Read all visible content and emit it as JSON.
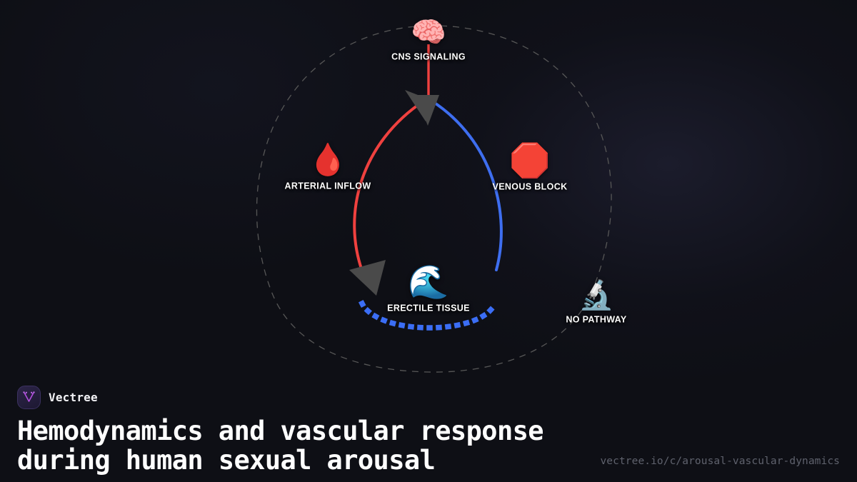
{
  "colors": {
    "background": "#0e0f15",
    "arterial_red": "#f0413f",
    "venous_blue": "#3e6ef0",
    "dotted_blue": "#3b6ef5",
    "boundary_gray": "#575757",
    "arrowhead_gray": "#4a4a4a",
    "label_white": "#ffffff",
    "url_gray": "#5f626d",
    "brand_purple": "#b34fe0"
  },
  "diagram": {
    "boundary": {
      "style": "dashed",
      "shape": "closed-blob"
    },
    "nodes": [
      {
        "id": "cns",
        "label": "CNS SIGNALING",
        "icon": "brain-emoji",
        "glyph": "🧠"
      },
      {
        "id": "art",
        "label": "ARTERIAL INFLOW",
        "icon": "blood-drop-emoji",
        "glyph": "🩸"
      },
      {
        "id": "ven",
        "label": "VENOUS BLOCK",
        "icon": "stop-sign-emoji",
        "glyph": "🛑"
      },
      {
        "id": "tis",
        "label": "ERECTILE TISSUE",
        "icon": "wave-emoji",
        "glyph": "🌊"
      },
      {
        "id": "path",
        "label": "NO PATHWAY",
        "icon": "microscope-emoji",
        "glyph": "🔬"
      }
    ],
    "edges": [
      {
        "id": "cns-stem",
        "from": "cns",
        "to": "junction",
        "style": "solid",
        "color": "#f0413f",
        "arrow": false
      },
      {
        "id": "arterial-arc",
        "from": "cns",
        "to": "tis",
        "style": "solid",
        "color": "#f0413f",
        "arrow": true
      },
      {
        "id": "venous-arc",
        "from": "cns",
        "to": "ven",
        "style": "solid",
        "color": "#3e6ef0",
        "arrow": false
      },
      {
        "id": "feedback-arc",
        "from": "tis",
        "to": "cns",
        "style": "dotted",
        "color": "#3b6ef5",
        "arrow": false
      }
    ]
  },
  "footer": {
    "brand_name": "Vectree",
    "title": "Hemodynamics and vascular response\nduring human sexual arousal",
    "url": "vectree.io/c/arousal-vascular-dynamics"
  }
}
